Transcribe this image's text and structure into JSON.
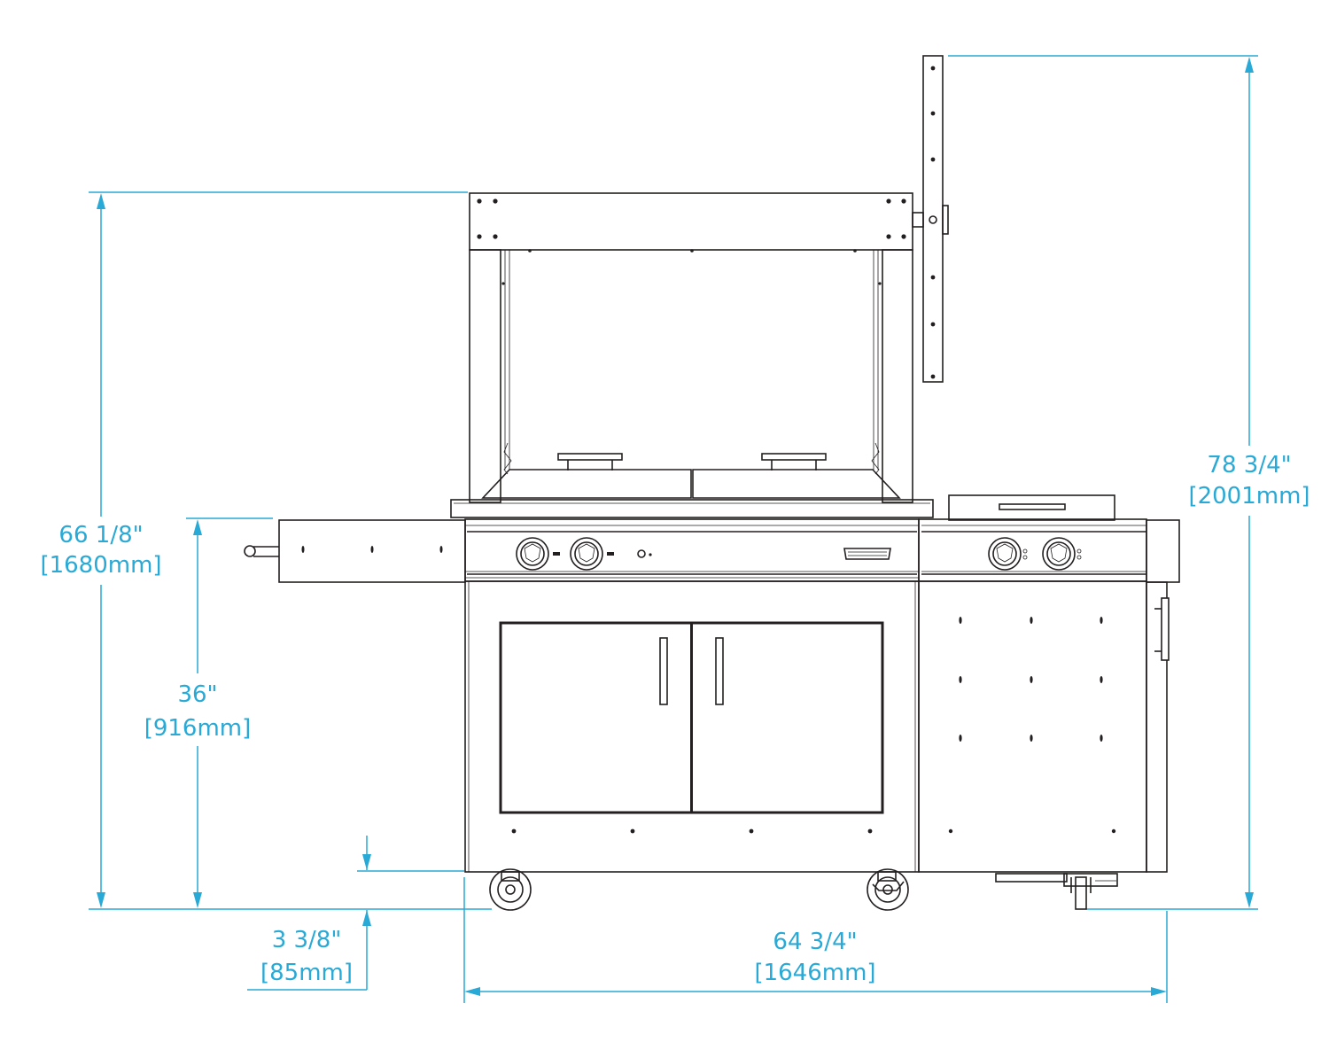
{
  "dimensions": {
    "total_height": {
      "imperial": "78 3/4\"",
      "metric": "[2001mm]"
    },
    "frame_height": {
      "imperial": "66 1/8\"",
      "metric": "[1680mm]"
    },
    "counter_height": {
      "imperial": "36\"",
      "metric": "[916mm]"
    },
    "ground_clearance": {
      "imperial": "3 3/8\"",
      "metric": "[85mm]"
    },
    "total_width": {
      "imperial": "64 3/4\"",
      "metric": "[1646mm]"
    }
  },
  "colors": {
    "dimension": "#29a9d6",
    "outline": "#231f20"
  }
}
